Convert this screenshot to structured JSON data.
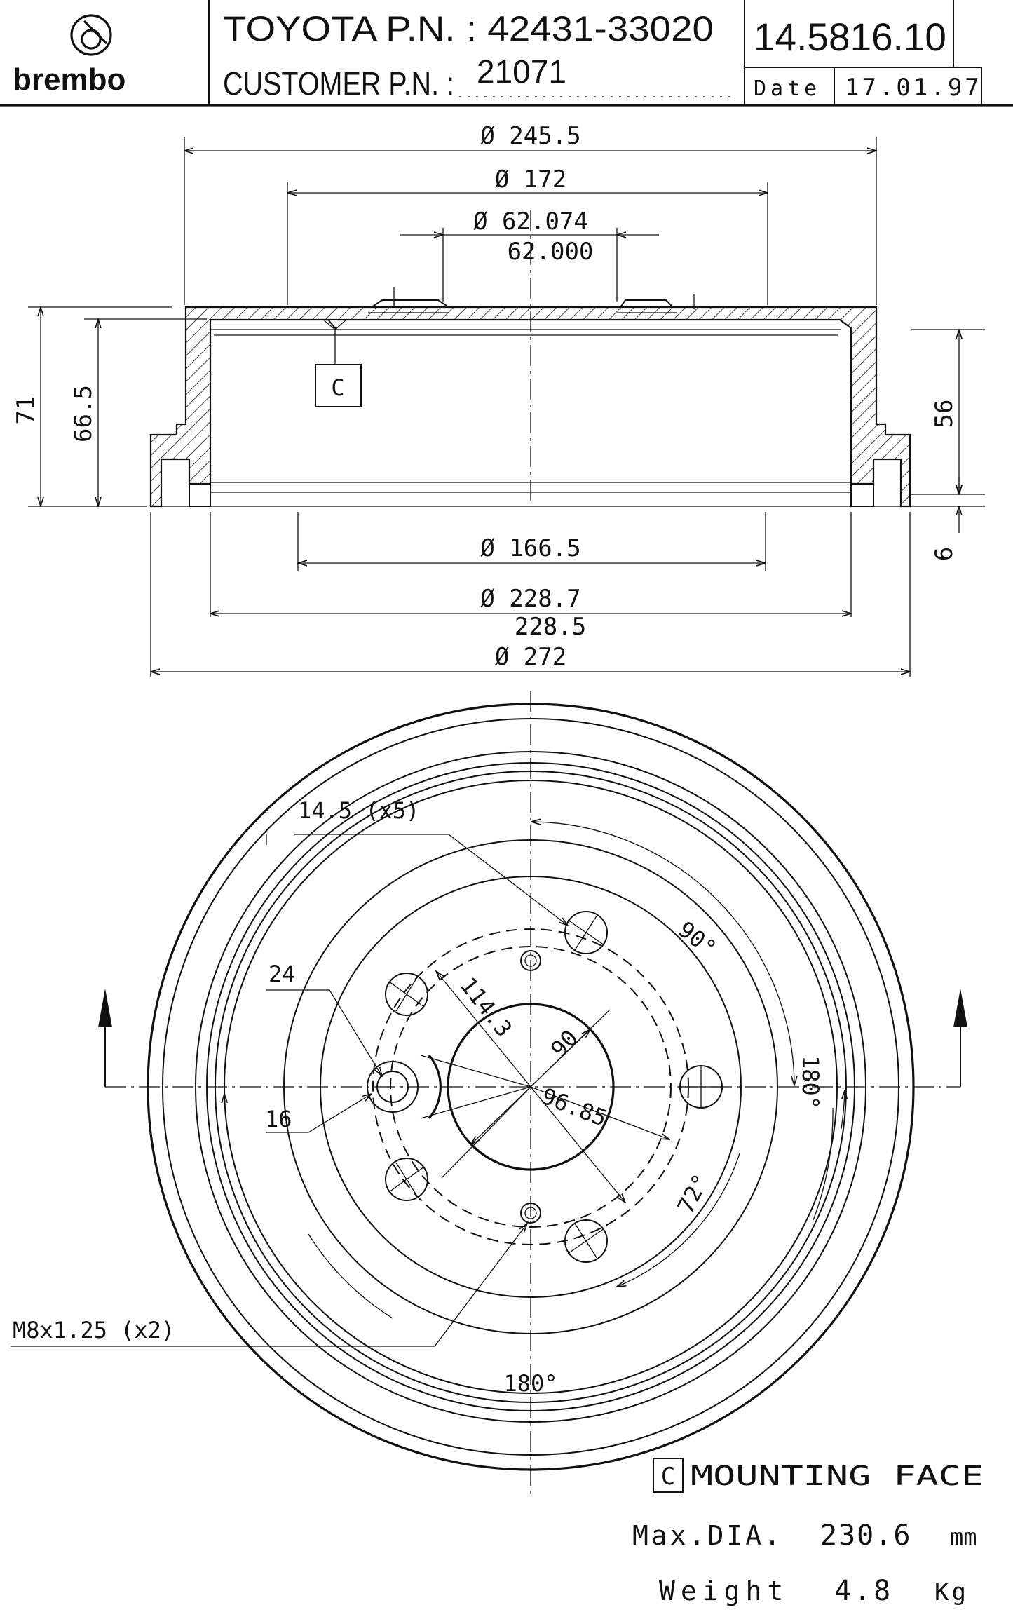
{
  "title_block": {
    "brand": "brembo",
    "oem_line": "TOYOTA P.N. : 42431-33020",
    "customer_label": "CUSTOMER P.N. :",
    "customer_number": "21071",
    "part_code": "14.5816.10",
    "date_label": "Date",
    "date_value": "17.01.97"
  },
  "section_dims": {
    "d_outer_top": "Ø 245.5",
    "d_mid_top": "Ø 172",
    "d_bore_max": "Ø 62.074",
    "d_bore_min": "62.000",
    "d_inner_low": "Ø 166.5",
    "d_brake_max": "Ø 228.7",
    "d_brake_min": "228.5",
    "d_overall": "Ø 272",
    "h_total": "71",
    "h_inner": "66.5",
    "h_right": "56",
    "h_flange": "6",
    "datum": "C"
  },
  "face_dims": {
    "stud_hole": "14.5 (x5)",
    "angle_top": "90°",
    "seat_outer": "24",
    "seat_inner": "16",
    "pcd": "114.3",
    "pilot": "90",
    "radius": "96.85",
    "angle_stud": "72°",
    "angle_right": "180°",
    "angle_bottom": "180°",
    "thread": "M8x1.25 (x2)"
  },
  "notes": {
    "datum_box": "C",
    "mounting_face": "MOUNTING FACE",
    "max_dia_label": "Max.DIA.",
    "max_dia_value": "230.6",
    "max_dia_unit": "mm",
    "weight_label": "Weight",
    "weight_value": "4.8",
    "weight_unit": "Kg"
  }
}
